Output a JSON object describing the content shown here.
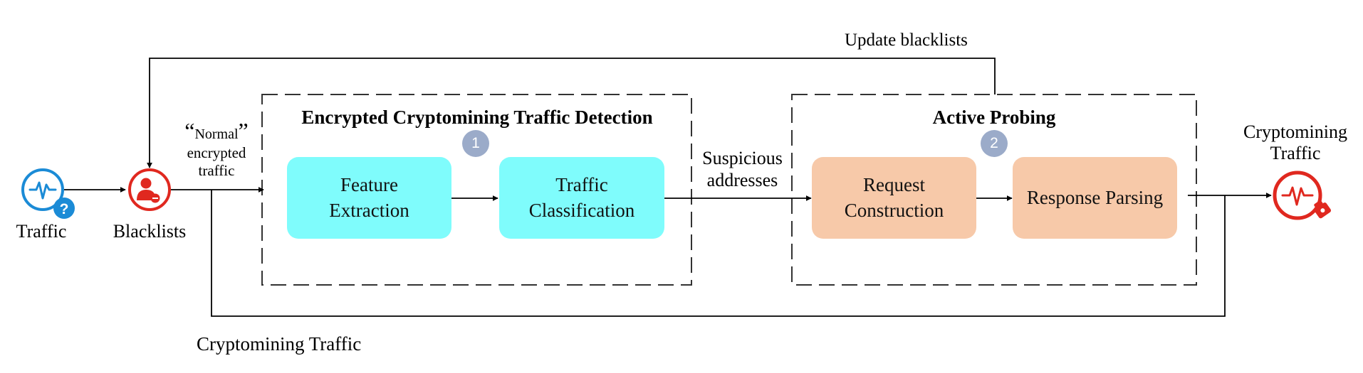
{
  "colors": {
    "cyan_box": "#7ffcfc",
    "peach_box": "#f7c9a9",
    "badge": "#9babc9",
    "traffic_icon": "#1b8bd6",
    "alert_icon": "#e0281f",
    "line": "#000000"
  },
  "icons": {
    "traffic": "traffic-waveform-icon",
    "traffic_badge": "question-mark-icon",
    "blacklists": "user-block-icon",
    "crypto_traffic": "alert-waveform-icon"
  },
  "labels": {
    "traffic": "Traffic",
    "blacklists": "Blacklists",
    "normal_open_quote": "“",
    "normal_word": "Normal",
    "normal_close_quote": "”",
    "encrypted": "encrypted",
    "encrypted_traffic": "traffic",
    "update_blacklists": "Update blacklists",
    "cryptomining_traffic_bottom": "Cryptomining Traffic",
    "suspicious": "Suspicious",
    "addresses": "addresses",
    "output_line1": "Cryptomining",
    "output_line2": "Traffic"
  },
  "stages": {
    "detection": {
      "title": "Encrypted Cryptomining Traffic Detection",
      "badge": "1",
      "boxes": [
        {
          "line1": "Feature",
          "line2": "Extraction"
        },
        {
          "line1": "Traffic",
          "line2": "Classification"
        }
      ]
    },
    "probing": {
      "title": "Active Probing",
      "badge": "2",
      "boxes": [
        {
          "line1": "Request",
          "line2": "Construction"
        },
        {
          "line1": "Response Parsing"
        }
      ]
    }
  }
}
